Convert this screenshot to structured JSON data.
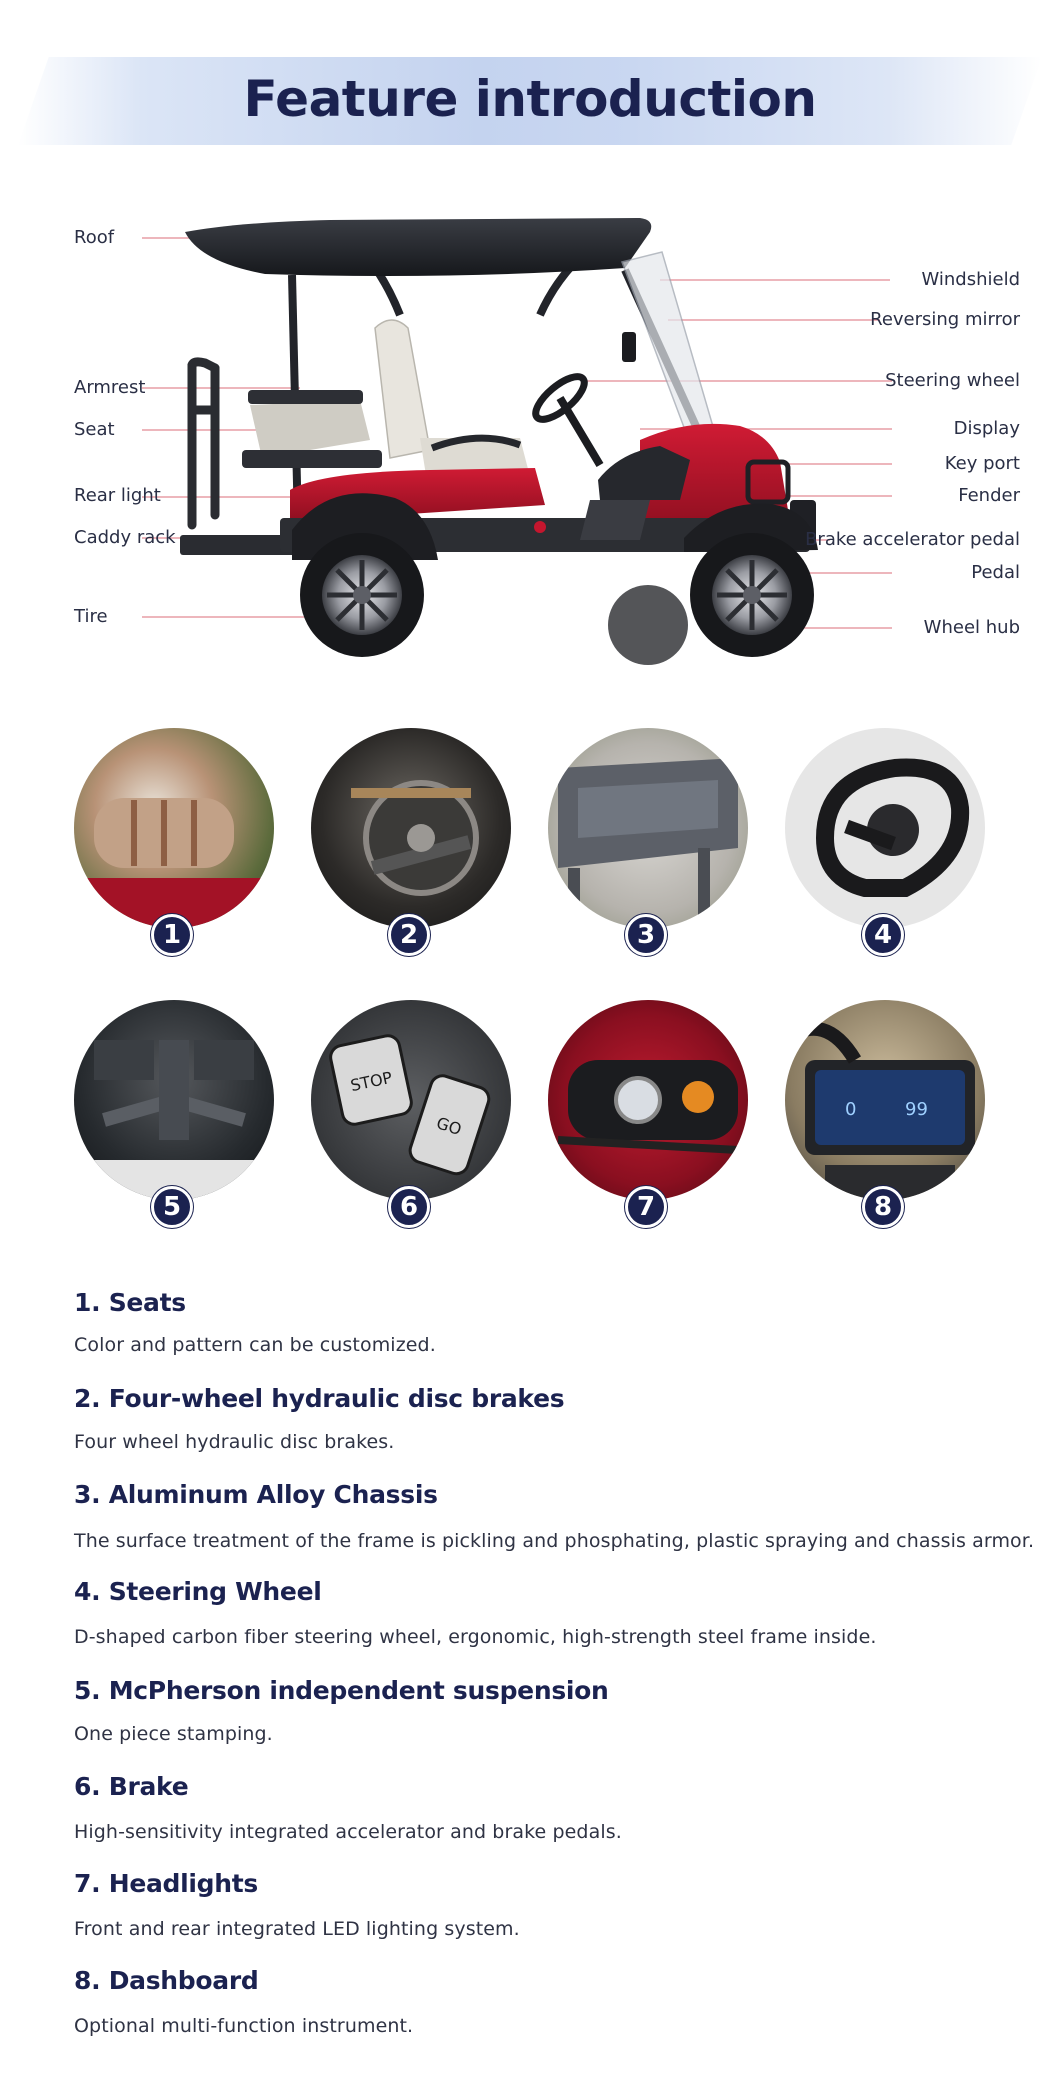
{
  "title": "Feature introduction",
  "diagram": {
    "left_labels": [
      "Roof",
      "Armrest",
      "Seat",
      "Rear light",
      "Caddy rack",
      "Tire"
    ],
    "right_labels": [
      "Windshield",
      "Reversing mirror",
      "Steering wheel",
      "Display",
      "Key port",
      "Fender",
      "Brake accelerator pedal",
      "Pedal",
      "Wheel hub"
    ]
  },
  "badges": [
    "1",
    "2",
    "3",
    "4",
    "5",
    "6",
    "7",
    "8"
  ],
  "features": [
    {
      "title": "1. Seats",
      "desc": "Color and pattern can be customized."
    },
    {
      "title": "2. Four-wheel hydraulic disc brakes",
      "desc": "Four wheel hydraulic disc brakes."
    },
    {
      "title": "3. Aluminum Alloy Chassis",
      "desc": "The surface treatment of the frame is pickling and phosphating, plastic spraying and chassis armor."
    },
    {
      "title": "4. Steering Wheel",
      "desc": "D-shaped carbon fiber steering wheel, ergonomic, high-strength steel frame inside."
    },
    {
      "title": "5. McPherson independent suspension",
      "desc": "One piece stamping."
    },
    {
      "title": "6. Brake",
      "desc": "High-sensitivity integrated accelerator and brake pedals."
    },
    {
      "title": "7. Headlights",
      "desc": "Front and rear integrated LED lighting system."
    },
    {
      "title": "8. Dashboard",
      "desc": "Optional multi-function instrument."
    }
  ],
  "colors": {
    "navy": "#1b2250",
    "cart_red": "#b3132a",
    "leader_line": "#e28a95"
  }
}
